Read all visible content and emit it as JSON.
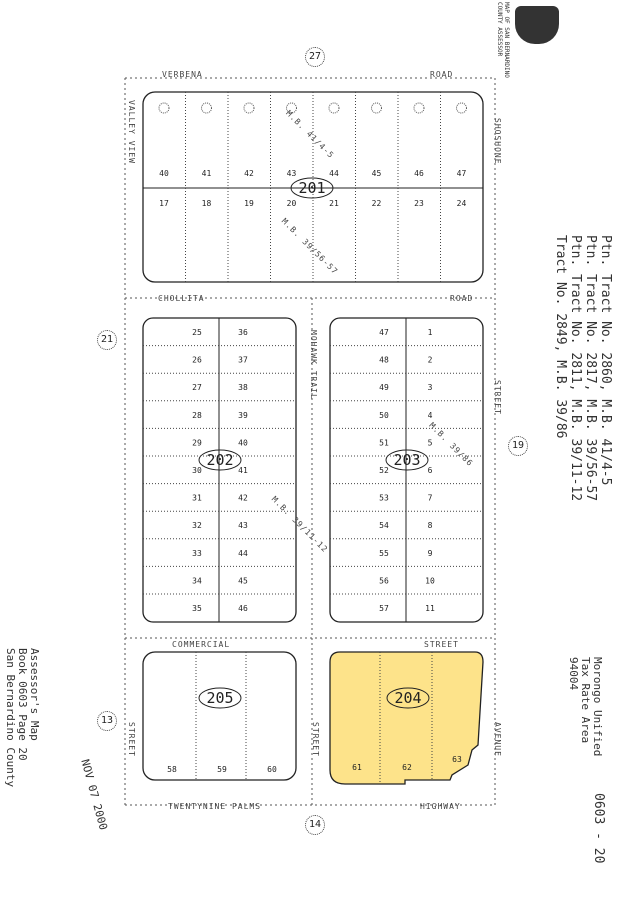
{
  "header_stamp": "MAP OF SAN BERNARDINO COUNTY ASSESSOR",
  "tract_notes": [
    "Ptn. Tract No. 2860, M.B. 41/4-5",
    "Ptn. Tract No. 2817, M.B. 39/56-57",
    "Ptn. Tract No. 2811, M.B. 39/11-12",
    "Tract No. 2849, M.B. 39/86"
  ],
  "tax_rate": [
    "Morongo Unified",
    "Tax Rate Area",
    "94004"
  ],
  "map_book_page": "0603 - 20",
  "assessor_caption": [
    "Assessor's Map",
    "Book 0603 Page 20",
    "San Bernardino County"
  ],
  "date_stamp": "NOV 07 2000",
  "adjacent_pages": {
    "top": "27",
    "left_mid": "21",
    "right_mid": "19",
    "left_bottom": "13",
    "bottom": "14"
  },
  "roads": {
    "verbena": "VERBENA",
    "verbena_road": "ROAD",
    "cholla": "CHOLLITA",
    "cholla_road": "ROAD",
    "commercial": "COMMERCIAL",
    "commercial_street": "STREET",
    "twentynine": "TWENTYNINE PALMS",
    "highway": "HIGHWAY",
    "valley_view": "VALLEY VIEW",
    "shoshone": "SHOSHONE",
    "mohawk": "MOHAWK TRAIL",
    "east_street": "STREET",
    "left_street": "STREET",
    "mid_street": "STREET",
    "avenue": "AVENUE"
  },
  "tract_refs": {
    "b201": "M.B. 41/4-5",
    "b201b": "M.B. 39/56-57",
    "b202": "M.B. 39/11-12",
    "b203": "M.B. 39/86"
  },
  "blocks": [
    {
      "id": "201",
      "highlight": false,
      "top_row": [
        "40",
        "41",
        "42",
        "43",
        "44",
        "45",
        "46",
        "47"
      ],
      "bottom_row": [
        "17",
        "18",
        "19",
        "20",
        "21",
        "22",
        "23",
        "24"
      ]
    },
    {
      "id": "202",
      "highlight": false,
      "left_col": [
        "25",
        "26",
        "27",
        "28",
        "29",
        "30",
        "31",
        "32",
        "33",
        "34",
        "35"
      ],
      "right_col": [
        "36",
        "37",
        "38",
        "39",
        "40",
        "41",
        "42",
        "43",
        "44",
        "45",
        "46"
      ]
    },
    {
      "id": "203",
      "highlight": false,
      "left_col": [
        "47",
        "48",
        "49",
        "50",
        "51",
        "52",
        "53",
        "54",
        "55",
        "56",
        "57"
      ],
      "right_col": [
        "1",
        "2",
        "3",
        "4",
        "5",
        "6",
        "7",
        "8",
        "9",
        "10",
        "11"
      ]
    },
    {
      "id": "205",
      "highlight": false,
      "lots": [
        "58",
        "59",
        "60"
      ]
    },
    {
      "id": "204",
      "highlight": true,
      "lots": [
        "61",
        "62",
        "63"
      ]
    }
  ],
  "colors": {
    "highlight": "#fde38a",
    "line": "#222222"
  }
}
